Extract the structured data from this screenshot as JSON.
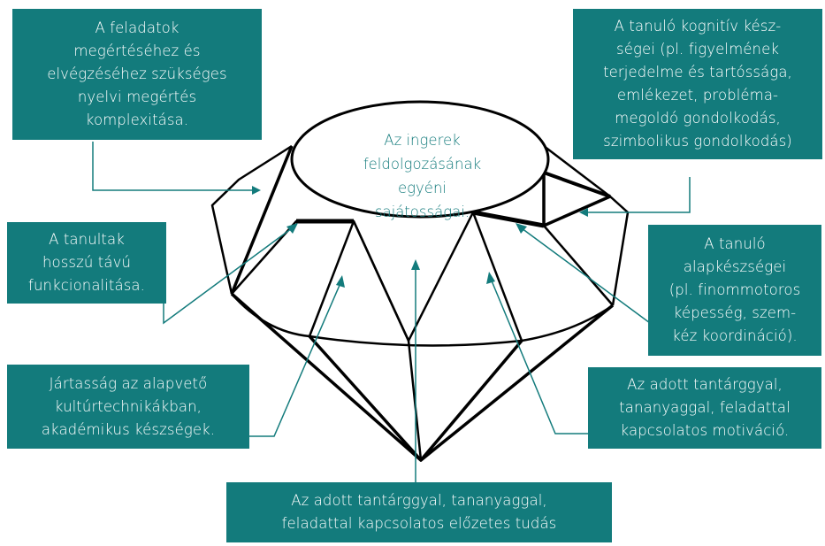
{
  "center": {
    "text": "Az ingerek\nfeldolgozásának egyéni\nsajátosságai."
  },
  "labels": {
    "top_left": "A feladatok\nmegértéséhez és\nelvégzéséhez szükséges\nnyelvi megértés\nkomplexitása.",
    "top_right": "A tanuló kognitív kész-\nségei (pl. figyelmének\nterjedelme és tartóssága,\nemlékezet, probléma-\nmegoldó gondolkodás,\nszimbolikus gondolkodás)",
    "mid_left": "A tanultak\nhosszú távú\nfunkcionalitása.",
    "mid_right": "A tanuló\nalapkészségei\n(pl. finommotoros\nképesség, szem-\nkéz koordináció).",
    "low_left": "Jártasság az alapvető\nkultúrtechnikákban,\nakadémikus készségek.",
    "low_right": "Az adott tantárggyal,\ntananyaggal, feladattal\nkapcsolatos motiváció.",
    "bottom": "Az adott tantárggyal, tananyaggal,\nfeladattal kapcsolatos előzetes tudás"
  },
  "colors": {
    "teal": "#137b7c",
    "outline": "#000000",
    "text": "#ffffff"
  }
}
